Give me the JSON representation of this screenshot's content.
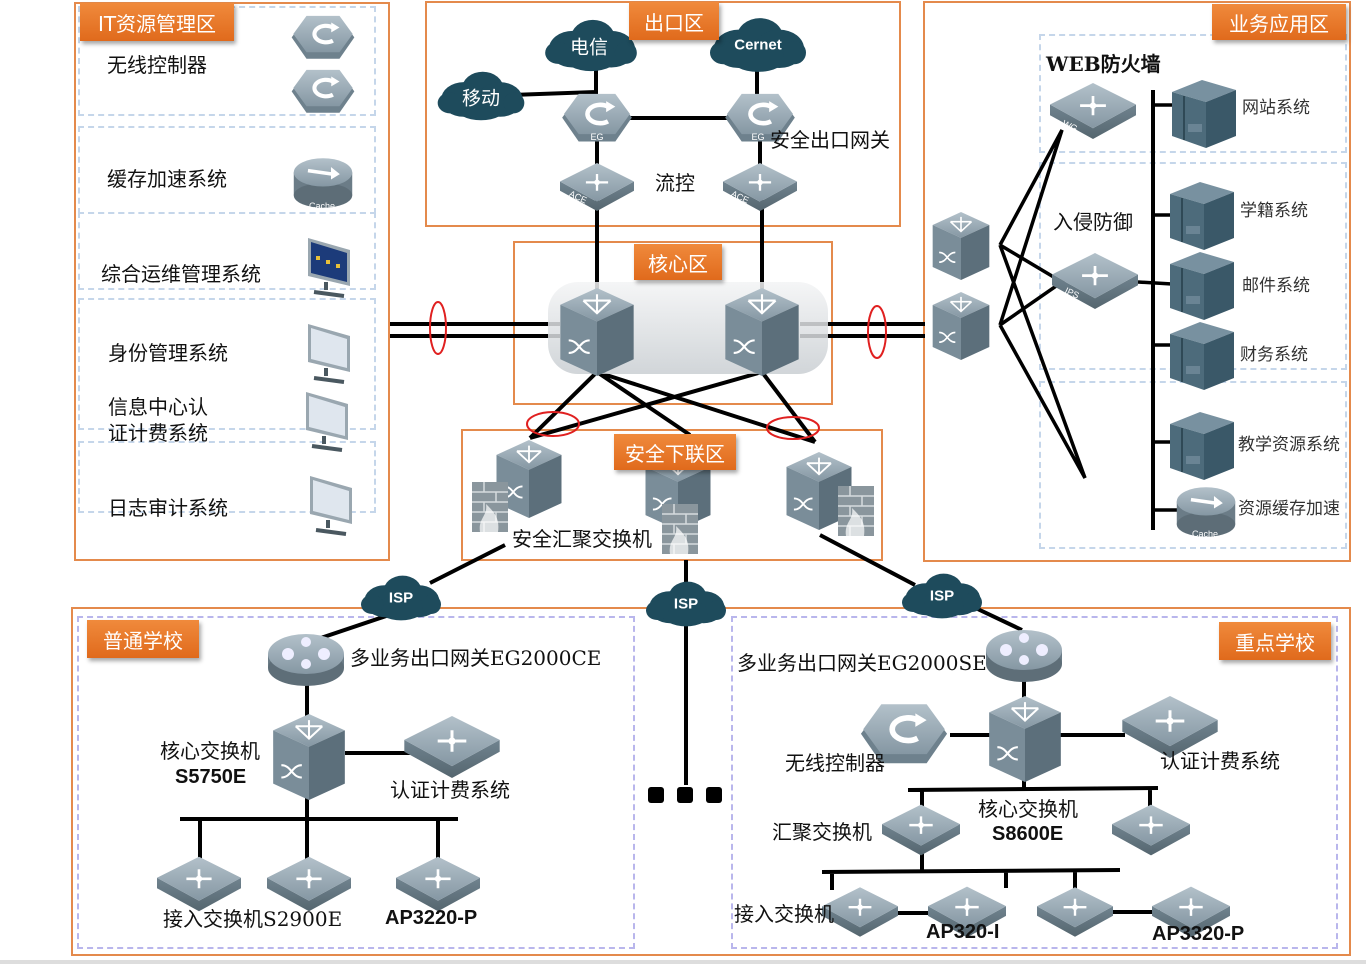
{
  "zones": {
    "it": "IT资源管理区",
    "exit": "出口区",
    "core": "核心区",
    "downlink": "安全下联区",
    "business": "业务应用区",
    "normal_school": "普通学校",
    "key_school": "重点学校"
  },
  "it_items": {
    "wlc": "无线控制器",
    "cache": "缓存加速系统",
    "ops": "综合运维管理系统",
    "identity": "身份管理系统",
    "auth_line1": "信息中心认",
    "auth_line2": "证计费系统",
    "log": "日志审计系统",
    "cache_tag": "Cache"
  },
  "exit": {
    "telecom": "电信",
    "mobile": "移动",
    "cernet": "Cernet",
    "gateway": "安全出口网关",
    "flow_control": "流控",
    "eg_tag": "EG",
    "ace_tag": "ACE"
  },
  "downlink": {
    "aggregation": "安全汇聚交换机"
  },
  "isp": [
    "ISP",
    "ISP",
    "ISP"
  ],
  "business": {
    "waf": "WEB防火墙",
    "ips": "入侵防御",
    "wg_tag": "WG",
    "ips_tag": "IPS",
    "cache_tag": "Cache",
    "servers": [
      "网站系统",
      "学籍系统",
      "邮件系统",
      "财务系统",
      "教学资源系统",
      "资源缓存加速"
    ]
  },
  "normal_school": {
    "gateway": "多业务出口网关EG2000CE",
    "core_line1": "核心交换机",
    "core_line2": "S5750E",
    "auth": "认证计费系统",
    "access": "接入交换机S2900E",
    "ap": "AP3220-P"
  },
  "more_indicator": "• • •",
  "key_school": {
    "gateway": "多业务出口网关EG2000SE",
    "wlc": "无线控制器",
    "auth": "认证计费系统",
    "aggregation": "汇聚交换机",
    "core_line1": "核心交换机",
    "core_line2": "S8600E",
    "access": "接入交换机",
    "ap1": "AP320-I",
    "ap2": "AP3320-P"
  },
  "colors": {
    "zone_border": "#e48a4c",
    "zone_tag": "#e8741f",
    "cloud": "#1e4b5c",
    "link_ring": "#e02020",
    "device": "#7d909c",
    "server": "#3f6070"
  }
}
